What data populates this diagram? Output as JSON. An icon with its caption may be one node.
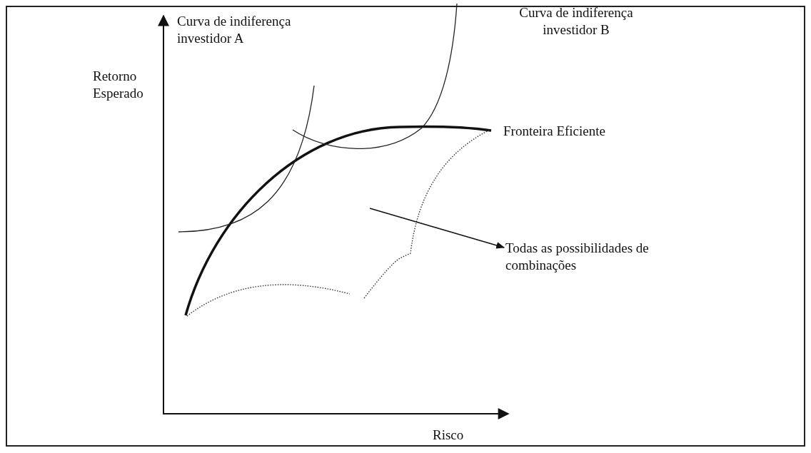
{
  "diagram": {
    "nodes": [
      {
        "text": [
          "Todas as possibilidades de combinações"
        ]
      },
      {
        "text": [],
        "shape": "area"
      }
    ],
    "edges": [
      {
        "from": 1,
        "to": 0,
        "arrow": "to"
      }
    ],
    "labels": [
      "Curva de indiferença investidor A",
      "Curva de indiferença investidor B",
      "Retorno Esperado",
      "Fronteira Eficiente",
      "Risco"
    ]
  }
}
